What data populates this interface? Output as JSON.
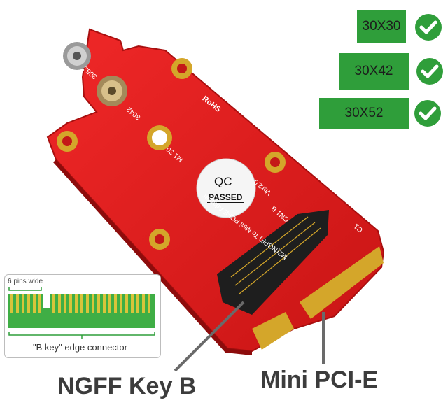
{
  "badges": [
    {
      "label": "30X30",
      "check": "check-icon"
    },
    {
      "label": "30X42",
      "check": "check-icon"
    },
    {
      "label": "30X52",
      "check": "check-icon"
    }
  ],
  "board": {
    "rohs": "RoHS",
    "qc_top": "QC",
    "qc_bottom": "PASSED",
    "ver": "Ver2.0",
    "title": "M2(NGFF) To Mini PCI-E Adapter",
    "cn": "CN1   B",
    "m1": "M1 30",
    "m2042": "3042",
    "m3052": "3052",
    "c1": "C1",
    "colors": {
      "pcb": "#e01e1e",
      "gold": "#d4a62a",
      "slot": "#1e1e1e"
    }
  },
  "inset": {
    "pins_label": "6 pins wide",
    "caption": "\"B key\" edge connector"
  },
  "callouts": {
    "left": "NGFF Key B",
    "right": "Mini PCI-E"
  }
}
